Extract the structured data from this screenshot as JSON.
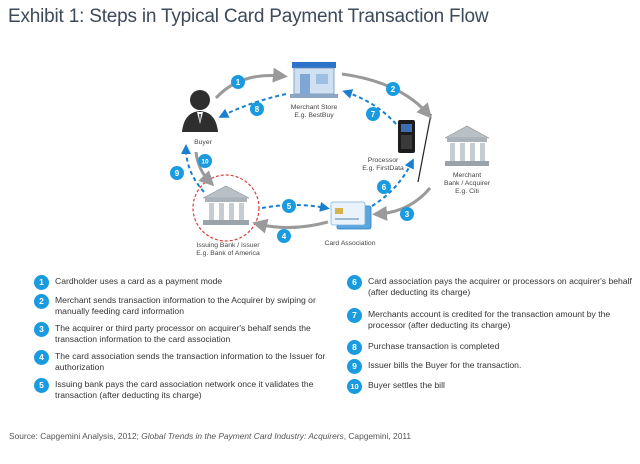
{
  "title": "Exhibit 1: Steps in Typical Card Payment Transaction Flow",
  "nodes": {
    "buyer": "Buyer",
    "merchant_store": [
      "Merchant Store",
      "E.g. BestBuy"
    ],
    "processor": [
      "Processor",
      "E.g. FirstData"
    ],
    "merchant_bank": [
      "Merchant",
      "Bank / Acquirer",
      "E.g. Citi"
    ],
    "issuing_bank": [
      "Issuing Bank / Issuer",
      "E.g. Bank of America"
    ],
    "card_association": "Card Association"
  },
  "arrow_numbers": [
    "1",
    "2",
    "3",
    "4",
    "5",
    "6",
    "7",
    "8",
    "9",
    "10"
  ],
  "steps": [
    {
      "num": "1",
      "text": "Cardholder uses a card as a payment mode"
    },
    {
      "num": "2",
      "text": "Merchant sends transaction information to the Acquirer by swiping or manually feeding card information"
    },
    {
      "num": "3",
      "text": "The acquirer or third party processor on acquirer's behalf sends the transaction information to the card association"
    },
    {
      "num": "4",
      "text": "The card association sends the transaction information to the Issuer for authorization"
    },
    {
      "num": "5",
      "text": "Issuing bank pays the card association network once it validates the transaction (after deducting its charge)"
    },
    {
      "num": "6",
      "text": "Card association pays the acquirer or processors on acquirer's behalf (after deducting its charge)"
    },
    {
      "num": "7",
      "text": "Merchants account is credited for the transaction amount by the processor (after deducting its charge)"
    },
    {
      "num": "8",
      "text": "Purchase transaction is completed"
    },
    {
      "num": "9",
      "text": "Issuer bills the Buyer for the transaction."
    },
    {
      "num": "10",
      "text": "Buyer settles the bill"
    }
  ],
  "source": {
    "prefix": "Source: Capgemini Analysis, 2012; ",
    "italic": "Global Trends in the Payment Card Industry: Acquirers",
    "suffix": ", Capgemini, 2011"
  },
  "colors": {
    "badge": "#1a9be0",
    "arrow_solid": "#9a9a9a",
    "arrow_dashed": "#1a7fd0",
    "issuer_circle": "#e03a3a"
  }
}
